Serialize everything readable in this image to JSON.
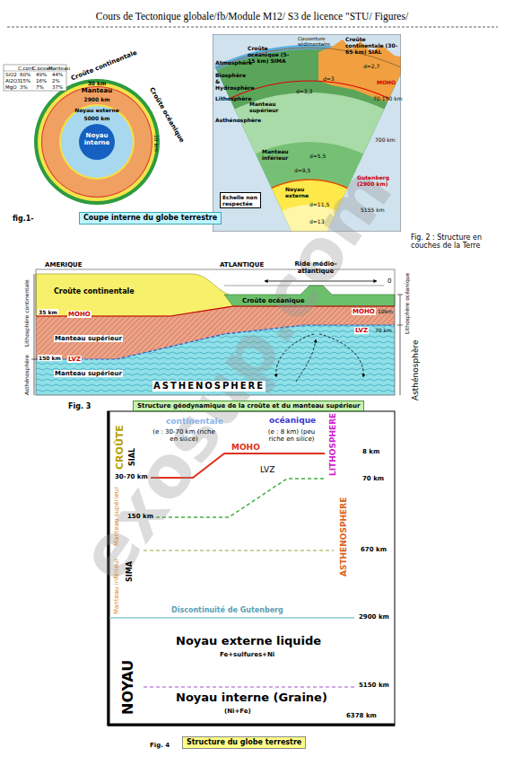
{
  "diagram": {
    "title": "Cours de Tectonique globale/fb/Module M12/ S3  de licence \"STU/ Figures/",
    "nodes": [
      {
        "text": [
          "Coupe interne du globe terrestre"
        ]
      },
      {
        "text": [
          "Echelle non respectée"
        ]
      },
      {
        "text": [
          "Structure géodynamique de la croûte et du manteau supérieur"
        ]
      },
      {
        "text": [
          "Structure du globe terrestre"
        ]
      }
    ],
    "labels": [
      "Croûte continentale",
      "Croûte océanique",
      "30 km",
      "Manteau",
      "2900 km",
      "Noyau externe",
      "5000 km",
      "Noyau interne",
      "10 km",
      "C.cont.",
      "C.ocean.",
      "Manteau",
      "SiO2",
      "60%",
      "49%",
      "44%",
      "Al2O3",
      "15%",
      "16%",
      "2%",
      "MgO",
      "3%",
      "7%",
      "37%",
      "fig.1-",
      "Atmosphère",
      "Couverture sédimentaire",
      "Croûte océanique (5-15 km) SIMA",
      "Croûte continentale (30-65 km) SIAL",
      "Biosphère & Hydrosphère",
      "Lithosphère",
      "Asthénosphère",
      "d=2,7",
      "d=3",
      "MOHO",
      "d=3,3",
      "Manteau supérieur",
      "70-150 km",
      "700 km",
      "Manteau inférieur",
      "d=5,5",
      "d=9,5",
      "Gutenberg (2900 km)",
      "Noyau externe",
      "d=11,5",
      "5155 km",
      "d=13",
      "Fig. 2 : Structure en couches de la Terre",
      "AMERIQUE",
      "ATLANTIQUE",
      "Ride médio-atlantique",
      "0",
      "Croûte continentale",
      "Croûte océanique",
      "MOHO",
      "10km",
      "35 km",
      "MOHO",
      "Manteau supérieur",
      "LVZ",
      "70 km",
      "150 km",
      "LVZ",
      "Manteau supérieur",
      "ASTHENOSPHERE",
      "Lithosphère continentale",
      "Asthénosphère",
      "Lithosphère océanique",
      "Asthénosphère",
      "Fig. 3",
      "continentale",
      "(e : 30-70 km (riche en silice)",
      "océanique",
      "(e : 8 km) (peu riche en silice)",
      "CROÛTE",
      "SIAL",
      "MOHO",
      "8 km",
      "30-70 km",
      "LVZ",
      "LITHOSPHERE",
      "70 km",
      "150 km",
      "Manteau supérieur",
      "SIMA",
      "ASTHENOSPHERE",
      "670 km",
      "Manteau inférieur",
      "Discontinuité de Gutenberg",
      "2900 km",
      "Noyau externe liquide",
      "Fe+sulfures+Ni",
      "5150 km",
      "Noyau interne (Graine)",
      "(Ni+Fe)",
      "NOYAU",
      "6378 km",
      "Fig. 4",
      "exosup.com"
    ]
  }
}
